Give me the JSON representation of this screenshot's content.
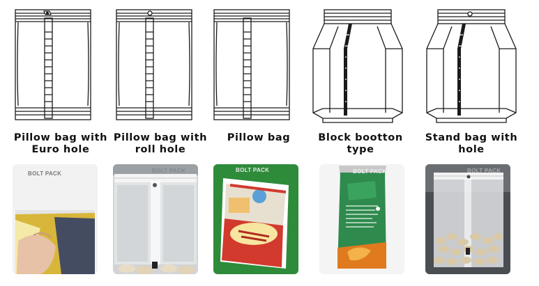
{
  "captions": [
    {
      "line1": "Pillow bag with",
      "line2": "Euro hole"
    },
    {
      "line1": "Pillow bag with",
      "line2": "roll hole"
    },
    {
      "line1": "Pillow bag",
      "line2": ""
    },
    {
      "line1": "Block bootton",
      "line2": "type"
    },
    {
      "line1": "Stand bag with",
      "line2": "hole"
    }
  ],
  "photos": [
    {
      "brand": "BOLT PACK"
    },
    {
      "brand": "BOLT PACK"
    },
    {
      "brand": "BOLT PACK"
    },
    {
      "brand": "BOLT PACK"
    },
    {
      "brand": "BOLT PACK"
    }
  ],
  "colors": {
    "line": "#1a1a1a",
    "green_bag": "#2f8a4e",
    "red_bag": "#d23a2e",
    "yellow_wrap": "#d8b63a",
    "nuts": "#d9c9a8",
    "bag_background": "#2e8b3a"
  }
}
